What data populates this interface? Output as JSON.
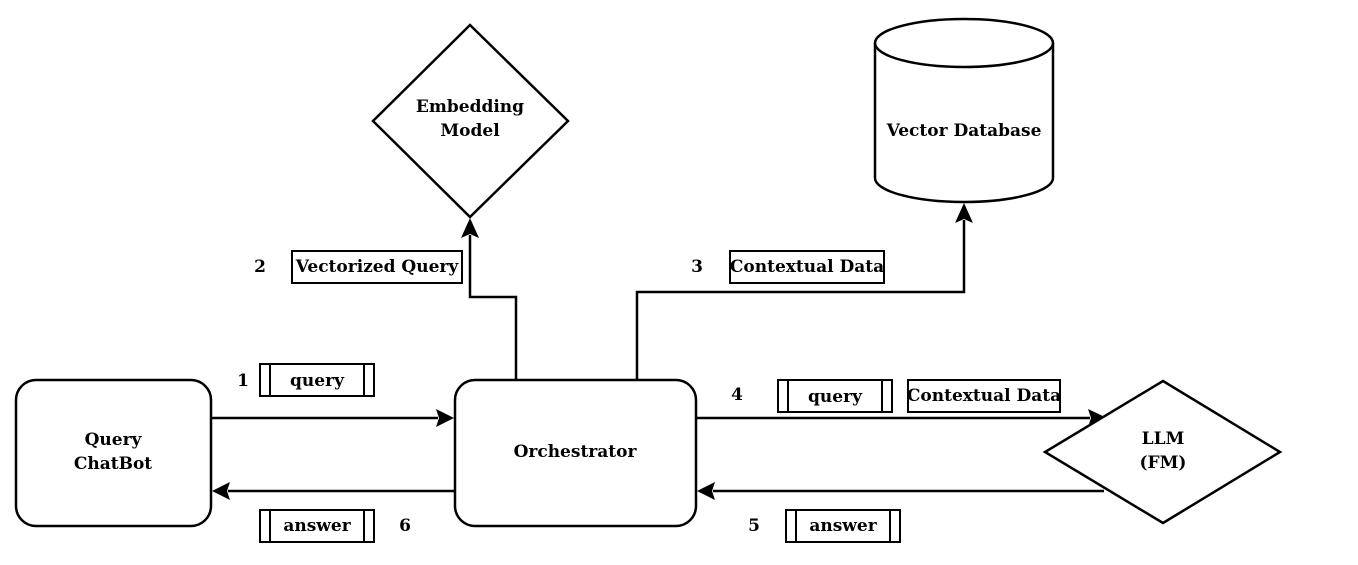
{
  "nodes": {
    "query_chatbot": {
      "line1": "Query",
      "line2": "ChatBot"
    },
    "orchestrator": {
      "label": "Orchestrator"
    },
    "embedding_model": {
      "line1": "Embedding",
      "line2": "Model"
    },
    "vector_database": {
      "label": "Vector Database"
    },
    "llm": {
      "line1": "LLM",
      "line2": "(FM)"
    }
  },
  "steps": [
    {
      "number": "1",
      "messages": [
        "query"
      ]
    },
    {
      "number": "2",
      "messages": [
        "Vectorized Query"
      ]
    },
    {
      "number": "3",
      "messages": [
        "Contextual Data"
      ]
    },
    {
      "number": "4",
      "messages": [
        "query",
        "Contextual Data"
      ]
    },
    {
      "number": "5",
      "messages": [
        "answer"
      ]
    },
    {
      "number": "6",
      "messages": [
        "answer"
      ]
    }
  ]
}
